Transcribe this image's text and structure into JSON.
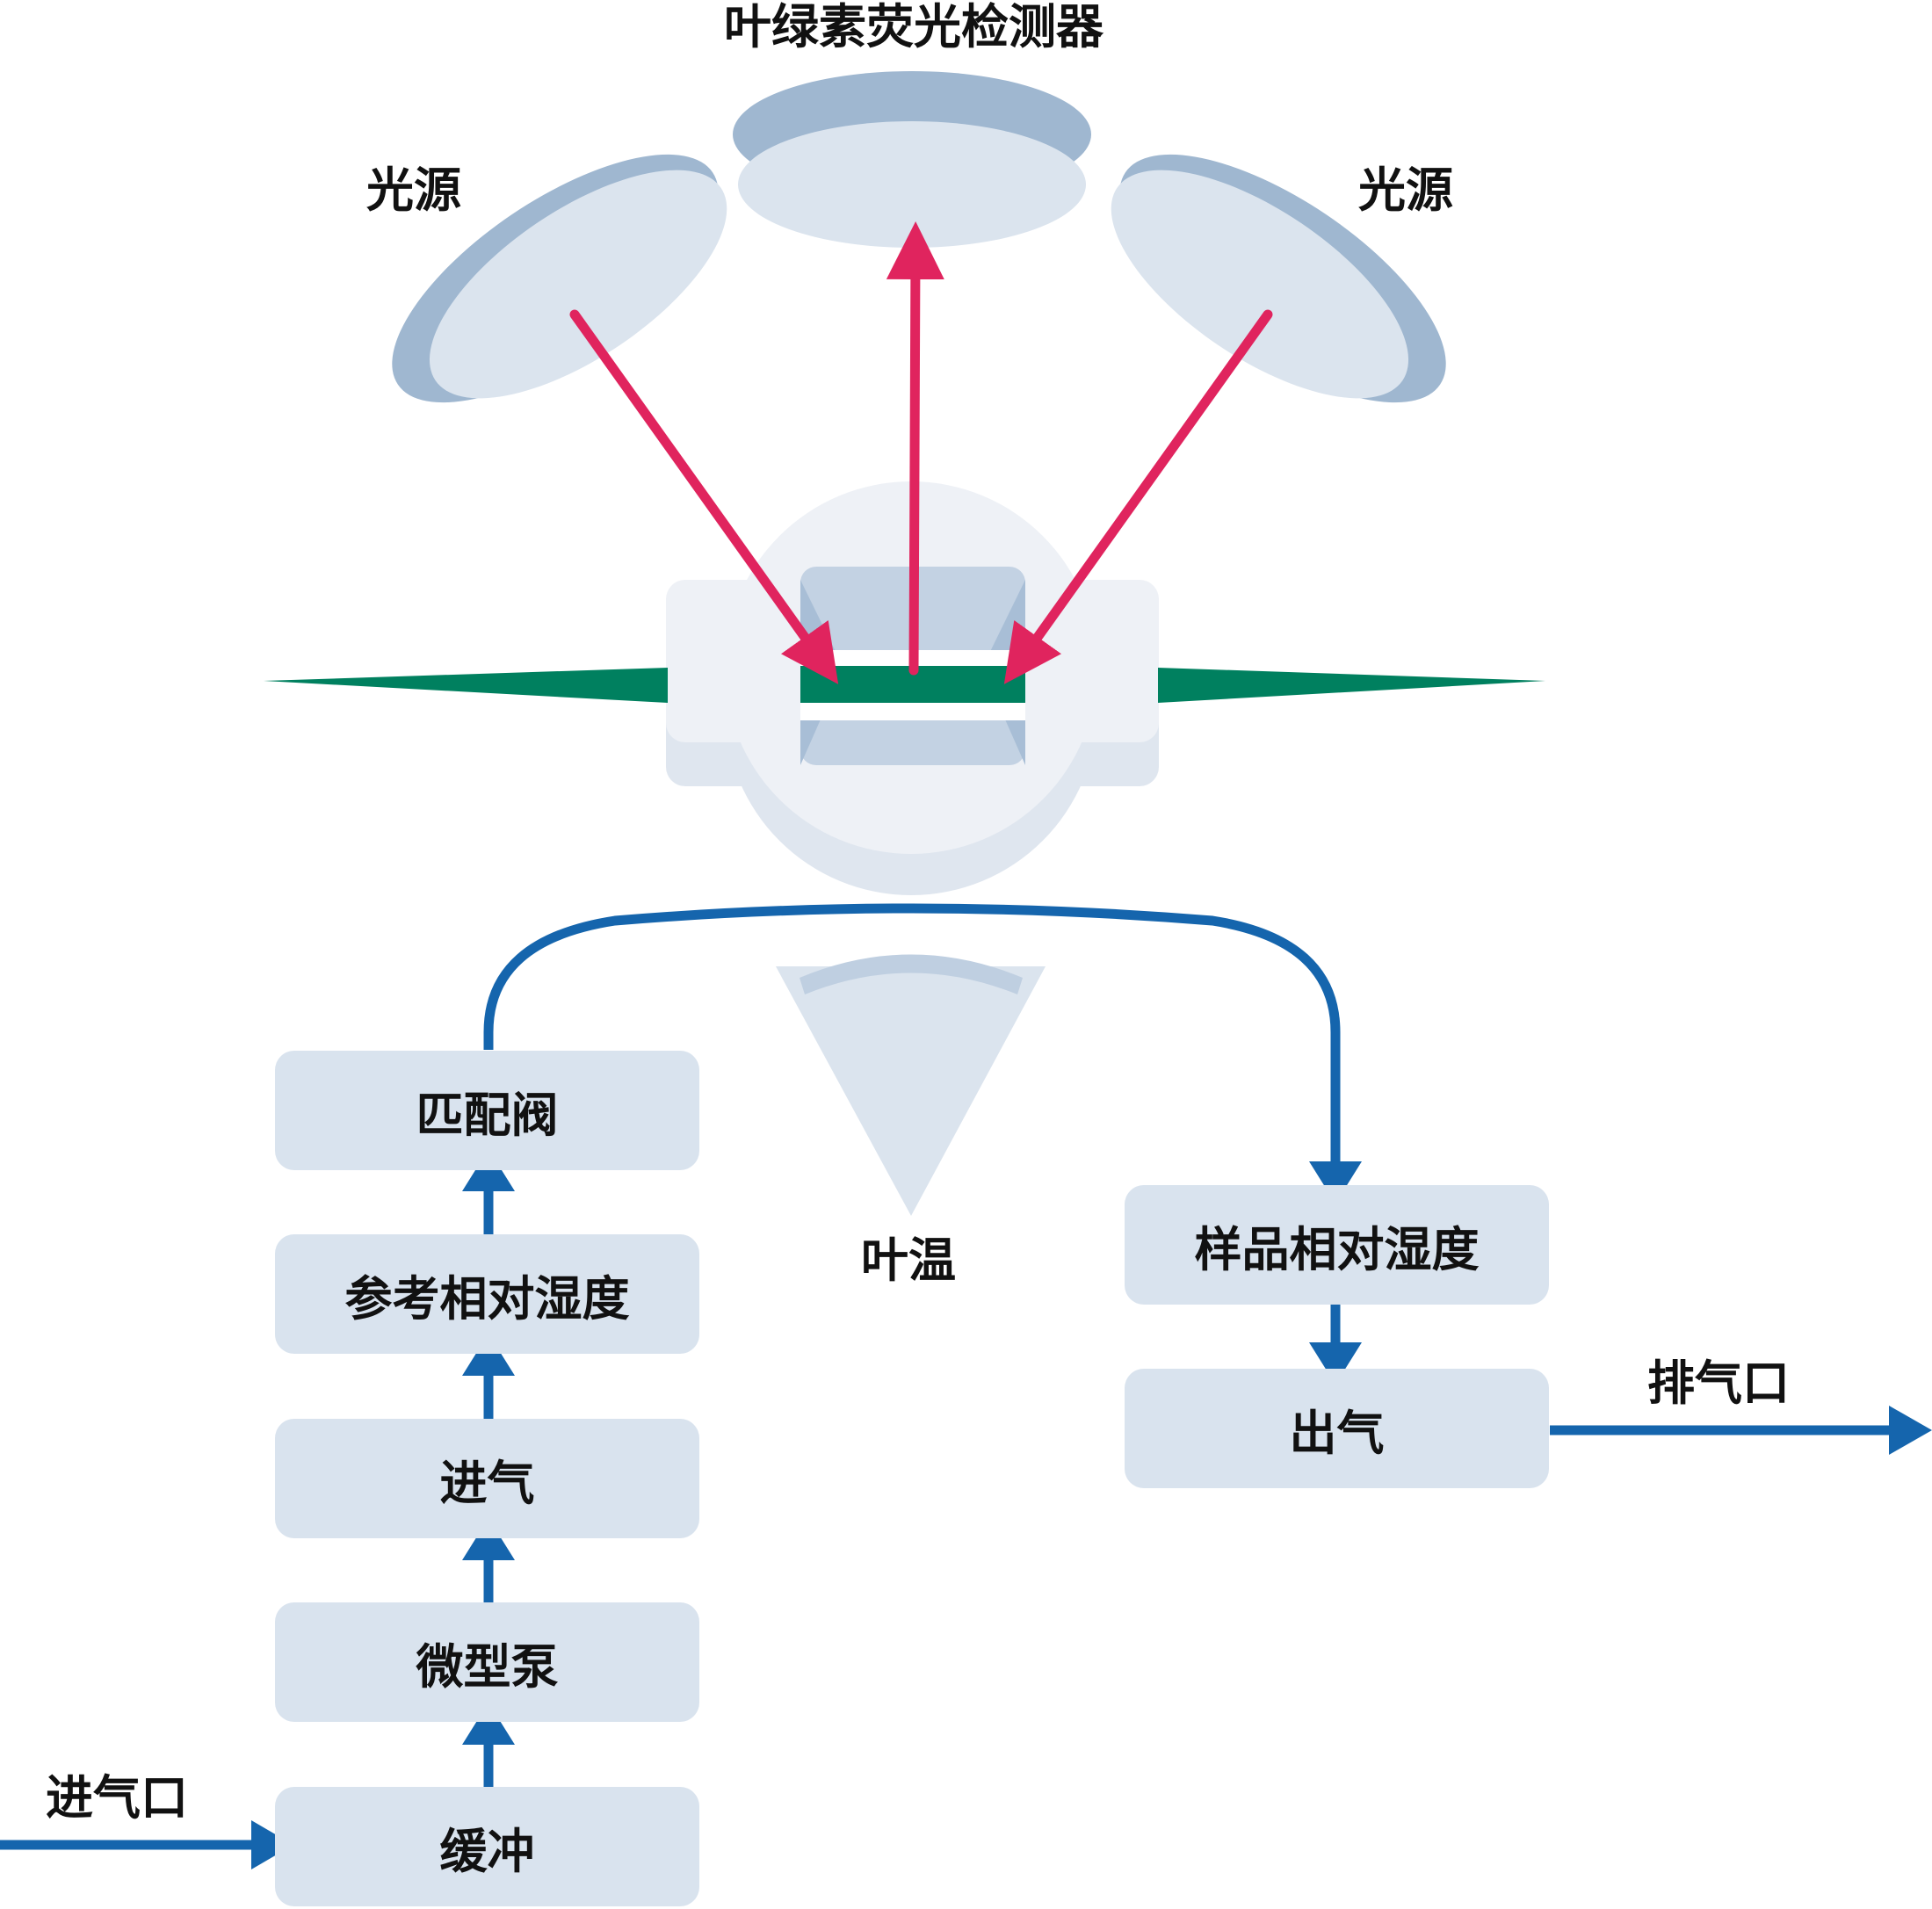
{
  "labels": {
    "detector": "叶绿素荧光检测器",
    "light_source_left": "光源",
    "light_source_right": "光源",
    "leaf_temperature": "叶温",
    "air_inlet": "进气口",
    "exhaust_port": "排气口"
  },
  "left_chain": {
    "matching_valve": "匹配阀",
    "reference_rh": "参考相对湿度",
    "air_in": "进气",
    "micro_pump": "微型泵",
    "buffer": "缓冲"
  },
  "right_chain": {
    "sample_rh": "样品相对湿度",
    "air_out": "出气"
  },
  "colors": {
    "light_arrow": "#e0245e",
    "flow_arrow": "#1565ad",
    "leaf": "#00805f",
    "box_fill": "#d9e3ee",
    "dish_rim": "#9fb7d0",
    "dish_face": "#dbe4ee",
    "chamber": "#eef1f6"
  }
}
